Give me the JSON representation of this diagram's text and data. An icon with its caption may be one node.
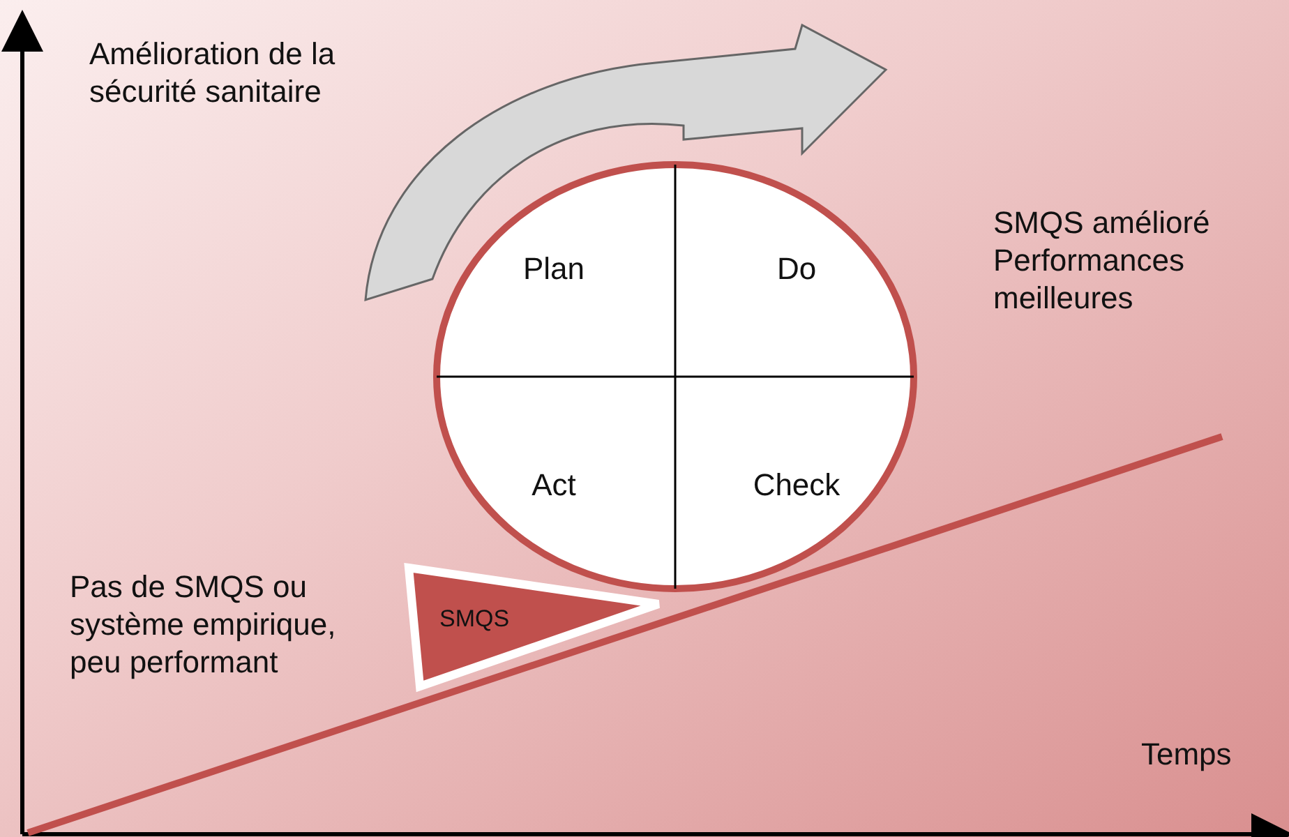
{
  "diagram": {
    "nodes": [
      {
        "text": [],
        "shape": "circle"
      },
      {
        "text": [
          "Plan"
        ],
        "in": 0
      },
      {
        "text": [
          "Do"
        ],
        "in": 0
      },
      {
        "text": [
          "Act"
        ],
        "in": 0
      },
      {
        "text": [
          "Check"
        ],
        "in": 0
      },
      {
        "text": [
          "SMQS"
        ]
      }
    ],
    "labels": [
      "Amélioration de la sécurité sanitaire",
      "SMQS amélioré Performances meilleures",
      "Pas de SMQS ou système empirique, peu performant",
      "Temps"
    ]
  }
}
